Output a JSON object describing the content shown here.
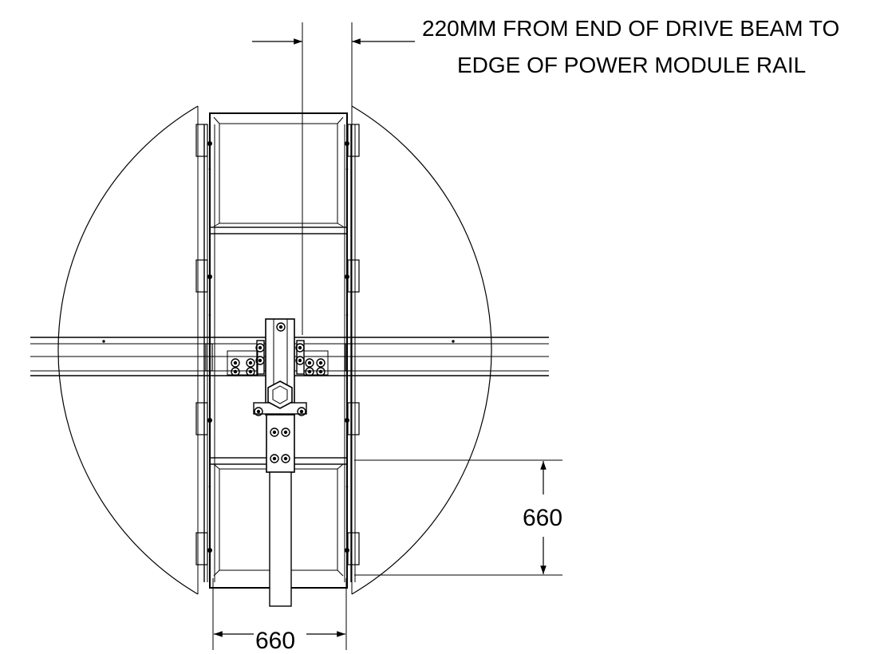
{
  "note": {
    "line1": "220MM FROM END OF DRIVE BEAM TO",
    "line2": "EDGE OF  POWER MODULE RAIL"
  },
  "dimensions": {
    "vertical": "660",
    "horizontal": "660"
  },
  "colors": {
    "line": "#000000",
    "background": "#ffffff"
  }
}
